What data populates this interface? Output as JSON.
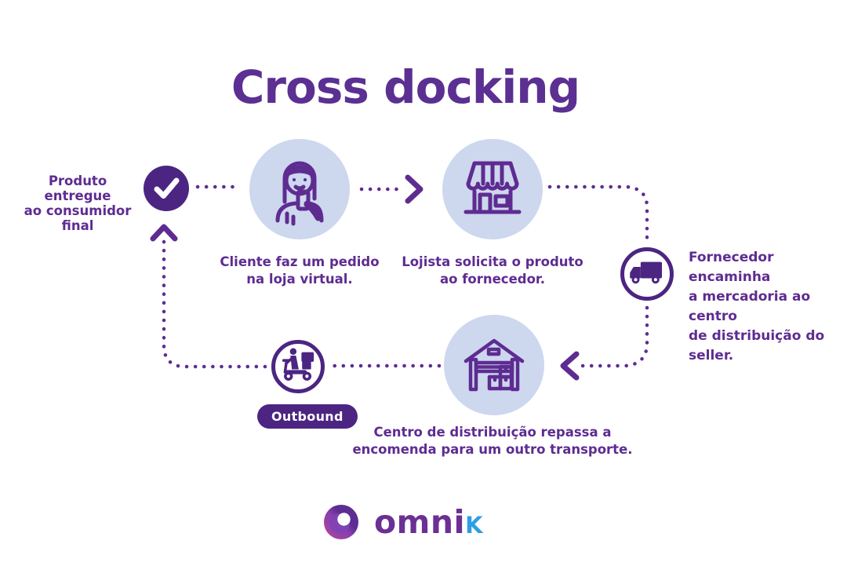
{
  "title": "Cross docking",
  "colors": {
    "primary_purple": "#5b3092",
    "text_purple": "#5e2c91",
    "deep_purple": "#4c2582",
    "light_circle_bg": "#cdd7ee",
    "accent_blue": "#2e9ee2",
    "logo_pink": "#b44598",
    "background": "#ffffff"
  },
  "steps": {
    "delivered": {
      "lines": [
        "Produto entregue",
        "ao consumidor final"
      ],
      "icon": "check-icon"
    },
    "customer": {
      "lines": [
        "Cliente faz um pedido",
        "na loja virtual."
      ],
      "icon": "person-with-phone-icon"
    },
    "merchant": {
      "lines": [
        "Lojista solicita o produto",
        "ao fornecedor."
      ],
      "icon": "storefront-icon"
    },
    "supplier": {
      "lines": [
        "Fornecedor encaminha",
        "a mercadoria ao centro",
        "de distribuição do seller."
      ],
      "icon": "truck-icon"
    },
    "distribution_center": {
      "lines": [
        "Centro de distribuição repassa a",
        "encomenda para um outro transporte."
      ],
      "icon": "warehouse-icon"
    },
    "outbound": {
      "badge": "Outbound",
      "icon": "delivery-scooter-icon"
    }
  },
  "icons": [
    "check-icon",
    "person-with-phone-icon",
    "storefront-icon",
    "truck-icon",
    "warehouse-icon",
    "delivery-scooter-icon",
    "omnik-logo-mark"
  ],
  "logo": {
    "wordmark_main": "omni",
    "wordmark_accent": "k"
  }
}
